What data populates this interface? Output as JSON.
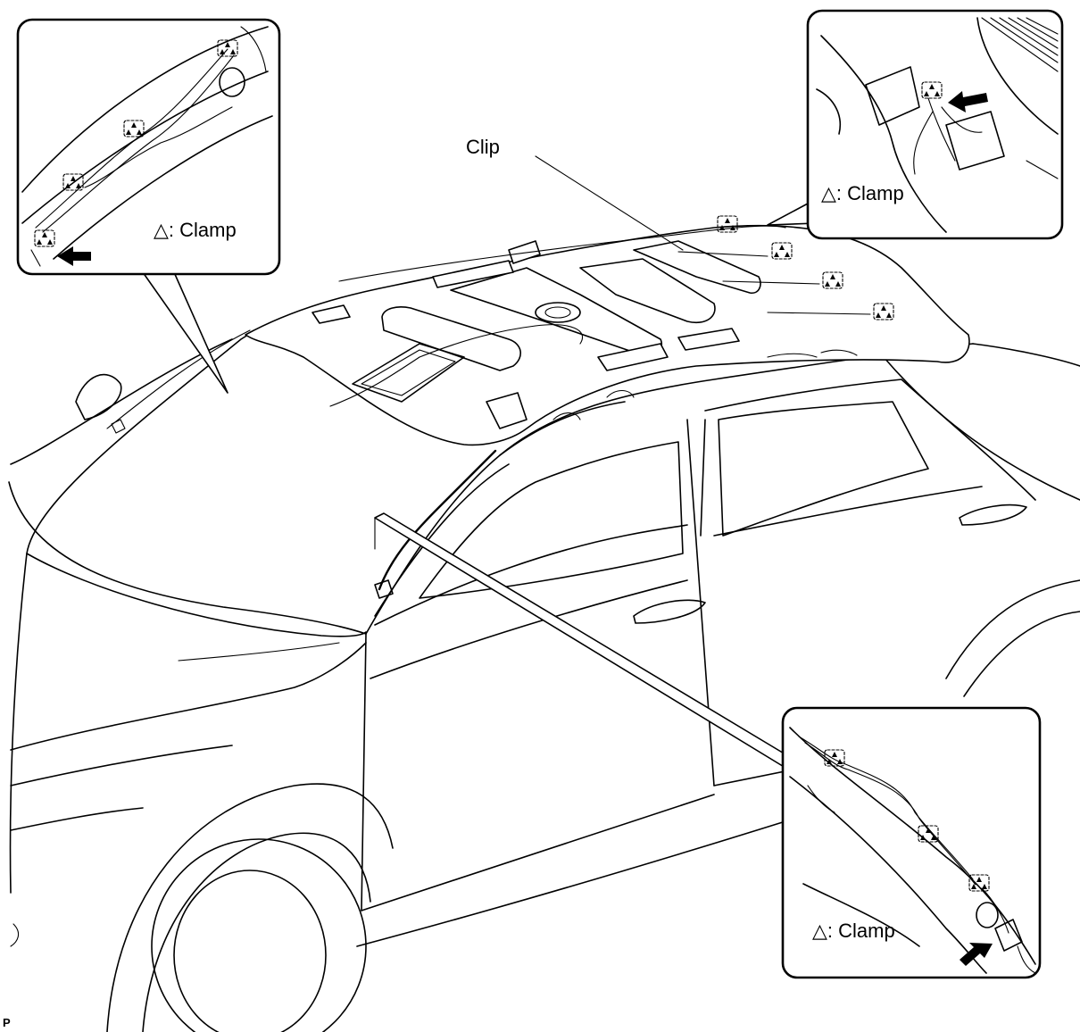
{
  "labels": {
    "clip": "Clip",
    "clamp_top_left": "△: Clamp",
    "clamp_top_right": "△: Clamp",
    "clamp_bottom_right": "△: Clamp",
    "figure_id": "P"
  },
  "icons": {
    "clamp_marker": "clamp-triangle-icon",
    "removal_arrow": "arrow-icon"
  },
  "colors": {
    "line": "#000000",
    "background": "#ffffff"
  }
}
